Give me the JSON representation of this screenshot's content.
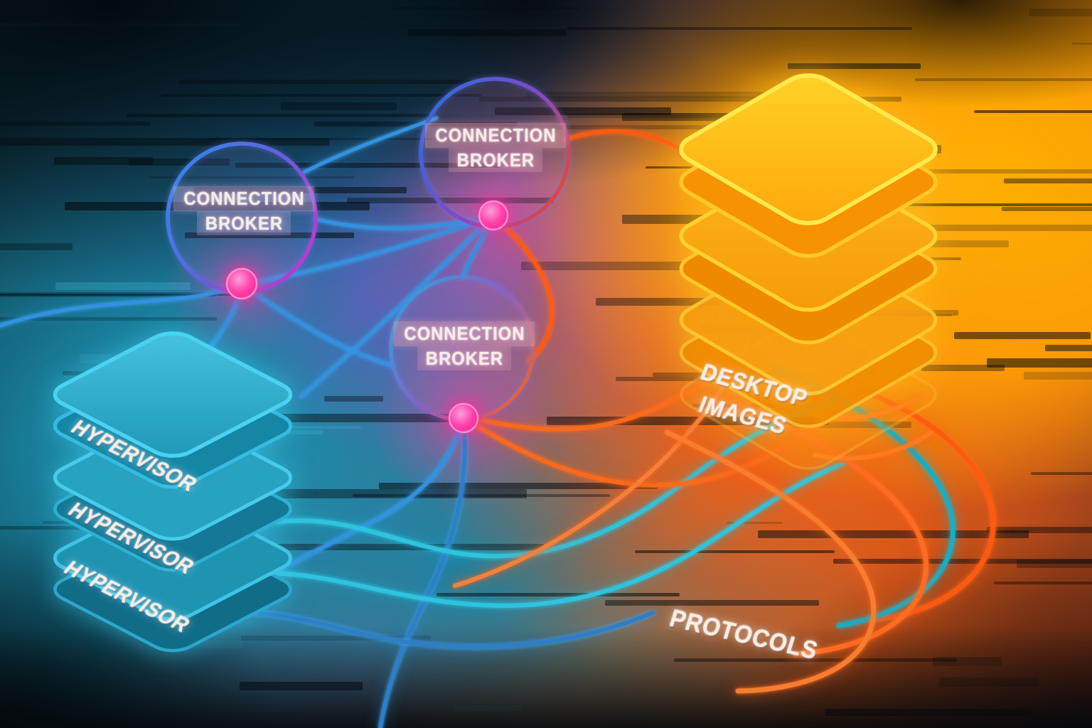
{
  "diagram": {
    "brokers": [
      {
        "line1": "CONNECTION",
        "line2": "BROKER"
      },
      {
        "line1": "CONNECTION",
        "line2": "BROKER"
      },
      {
        "line1": "CONNECTION",
        "line2": "BROKER"
      }
    ],
    "hypervisor_stack": {
      "layers": [
        "HYPERVISOR",
        "HYPERVISOR",
        "HYPERVISOR"
      ]
    },
    "desktop_images_stack": {
      "line1": "DESKTOP",
      "line2": "IMAGES"
    },
    "protocols_label": "PROTOCOLS"
  },
  "colors": {
    "cyan_neon": "#35c8ee",
    "blue_line": "#3391e0",
    "orange_line": "#ff5a10",
    "amber_slab": "#ffc400",
    "pink_node": "#ff2f9e",
    "teal_background": "#1c94b4",
    "orange_background": "#f89c08"
  }
}
